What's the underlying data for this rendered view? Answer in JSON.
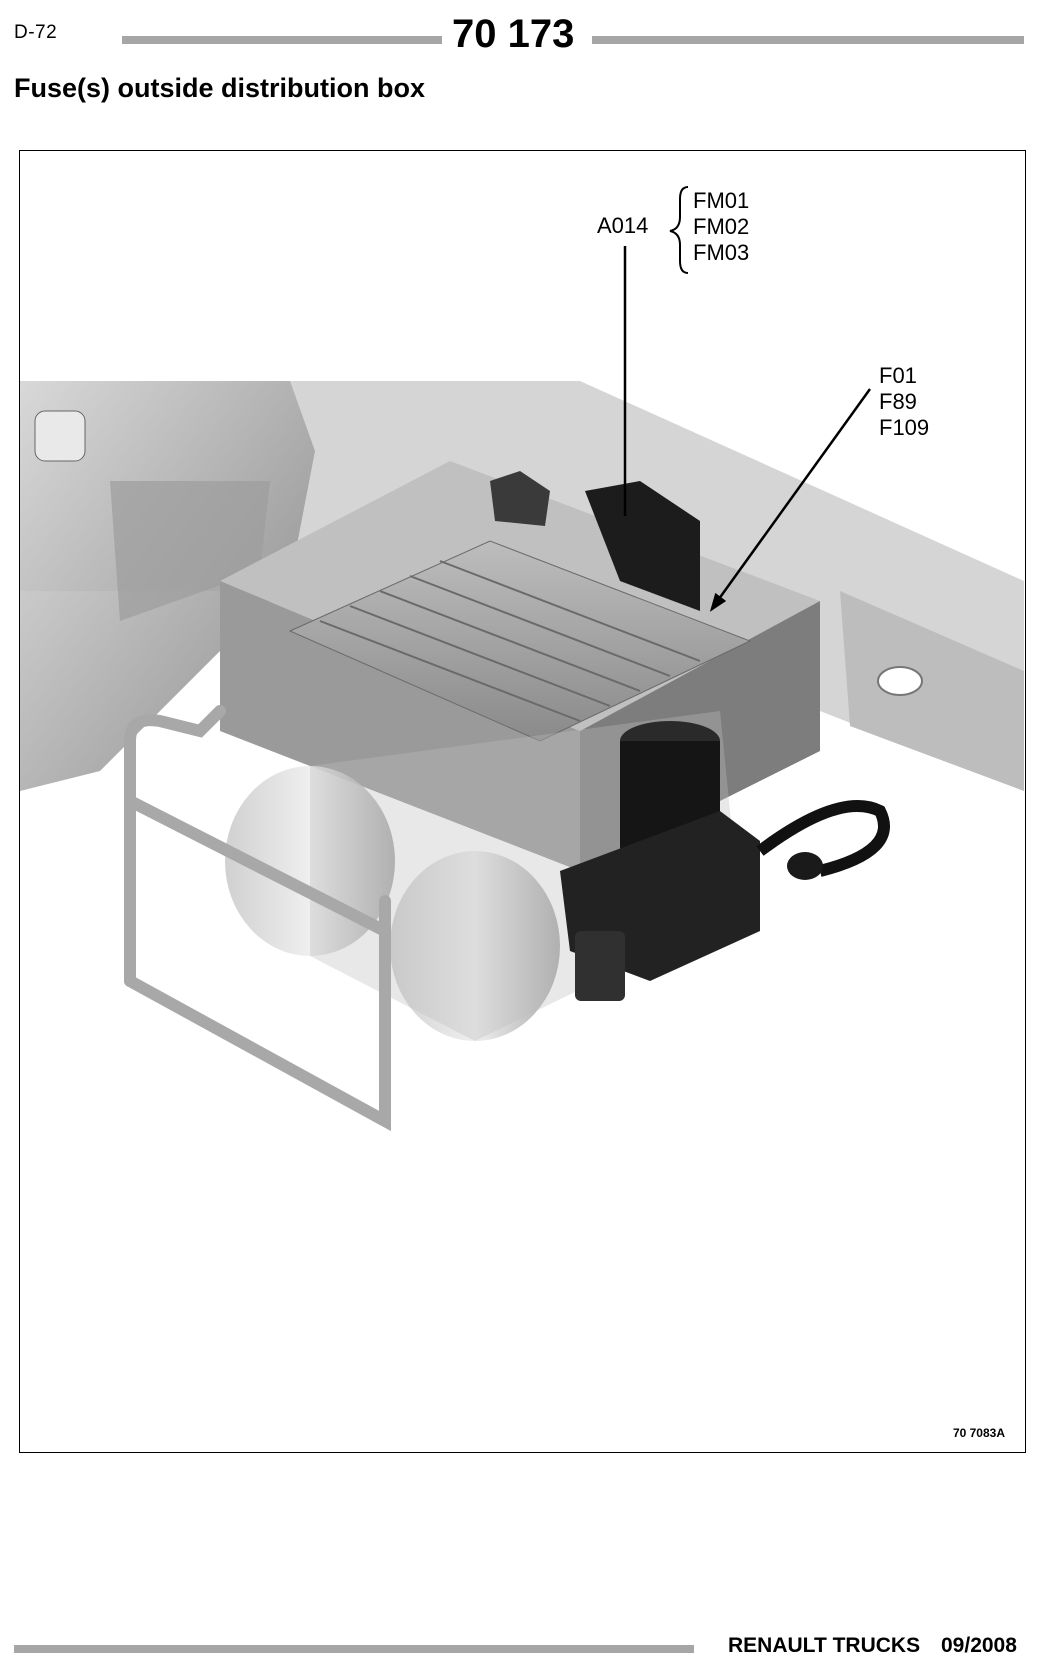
{
  "header": {
    "page_code": "D-72",
    "doc_number": "70 173"
  },
  "section": {
    "title": "Fuse(s) outside distribution box"
  },
  "figure": {
    "callout_a014": "A014",
    "group_fm": [
      "FM01",
      "FM02",
      "FM03"
    ],
    "group_f": [
      "F01",
      "F89",
      "F109"
    ],
    "ref_code": "70 7083A"
  },
  "footer": {
    "brand": "RENAULT TRUCKS",
    "date": "09/2008"
  }
}
